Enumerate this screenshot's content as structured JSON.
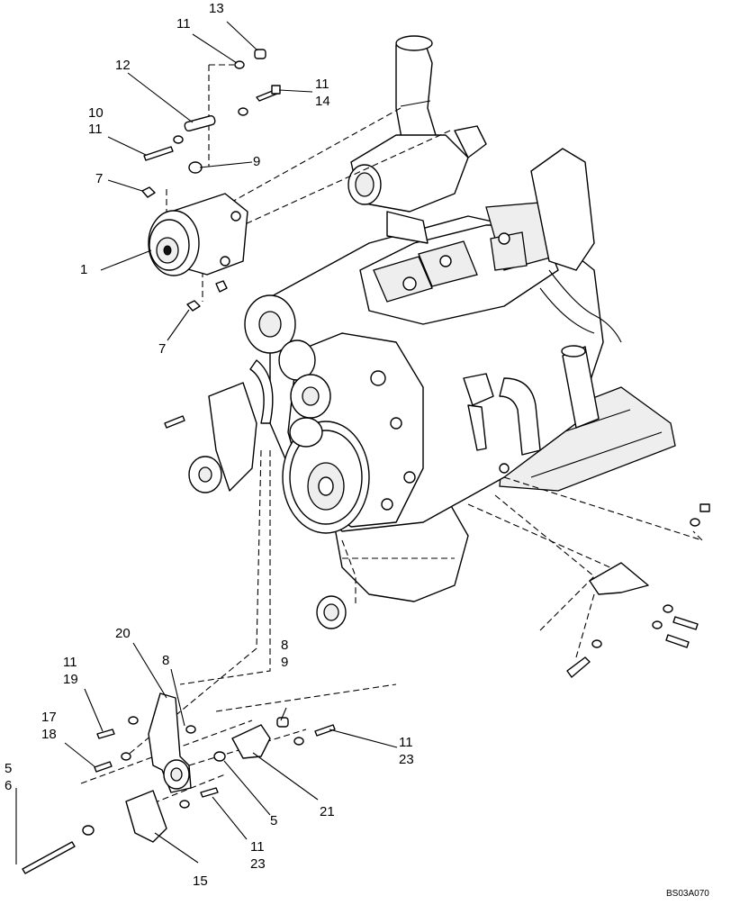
{
  "diagram": {
    "callouts": [
      {
        "id": "c13",
        "text": "13"
      },
      {
        "id": "c11a",
        "text": "11"
      },
      {
        "id": "c12",
        "text": "12"
      },
      {
        "id": "c11b",
        "text": "11"
      },
      {
        "id": "c14",
        "text": "14"
      },
      {
        "id": "c10",
        "text": "10"
      },
      {
        "id": "c11c",
        "text": "11"
      },
      {
        "id": "c9a",
        "text": "9"
      },
      {
        "id": "c7a",
        "text": "7"
      },
      {
        "id": "c1",
        "text": "1"
      },
      {
        "id": "c7b",
        "text": "7"
      },
      {
        "id": "c20",
        "text": "20"
      },
      {
        "id": "c8a",
        "text": "8"
      },
      {
        "id": "c8b",
        "text": "8"
      },
      {
        "id": "c9b",
        "text": "9"
      },
      {
        "id": "c11d",
        "text": "11"
      },
      {
        "id": "c19",
        "text": "19"
      },
      {
        "id": "c17",
        "text": "17"
      },
      {
        "id": "c18",
        "text": "18"
      },
      {
        "id": "c11e",
        "text": "11"
      },
      {
        "id": "c23a",
        "text": "23"
      },
      {
        "id": "c5a",
        "text": "5"
      },
      {
        "id": "c21",
        "text": "21"
      },
      {
        "id": "c5b",
        "text": "5"
      },
      {
        "id": "c6",
        "text": "6"
      },
      {
        "id": "c11f",
        "text": "11"
      },
      {
        "id": "c23b",
        "text": "23"
      },
      {
        "id": "c15",
        "text": "15"
      }
    ],
    "drawing_code": "BS03A070"
  }
}
